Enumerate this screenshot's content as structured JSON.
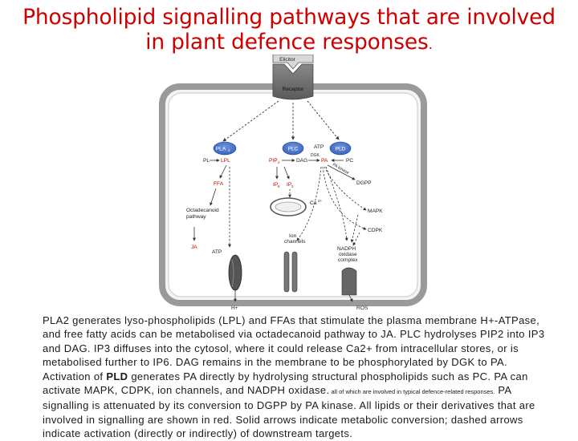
{
  "title": {
    "line1": "Phospholipid signalling pathways that are involved",
    "line2": "in plant defence responses",
    "trailing": "."
  },
  "diagram": {
    "elicitor": "Elicitor",
    "receptor": "Receptor",
    "enzymes": {
      "pla2": "PLA",
      "pla2_sub": "2",
      "plc": "PLC",
      "pld": "PLD"
    },
    "top_row": {
      "pl": "PL",
      "lpl": "LPL",
      "pip2": "PIP",
      "pip2_sub": "2",
      "dag": "DAG",
      "atp": "ATP",
      "pa": "PA",
      "pc": "PC"
    },
    "dgk": "DGK",
    "pa_kinase": "PA kinase",
    "second_row": {
      "ffa": "FFA",
      "ip6": "IP",
      "ip6_sub": "6",
      "ip3": "IP",
      "ip3_sub": "3",
      "dgpp": "DGPP"
    },
    "ca": "Ca",
    "ca_sup": "2+",
    "mapk": "MAPK",
    "octadecanoid": [
      "Octadecanoid",
      "pathway"
    ],
    "ja": "JA",
    "ion_channels": [
      "Ion",
      "channels"
    ],
    "cdpk": "CDPK",
    "nadph": [
      "NADPH",
      "oxidase",
      "complex"
    ],
    "atp_bottom": "ATP",
    "h_plus": "H+",
    "ros": "ROS"
  },
  "caption": {
    "p1": "PLA2 generates lyso-phospholipids (LPL) and FFAs that stimulate the plasma membrane H+-ATPase, and free fatty acids can be metabolised via octadecanoid pathway to JA. PLC hydrolyses PIP2 into IP3 and DAG. IP3 diffuses into the cytosol, where it could release Ca2+ from intracellular stores, or is metabolised further to IP6. DAG remains in the membrane to be phosphorylated by DGK to PA. Activation of ",
    "pld_bold": "PLD",
    "p2": " generates PA directly by hydrolysing structural phospholipids such as PC. PA can activate MAPK, CDPK, ion channels, and NADPH oxidase.",
    "small_note": " all of which are involved in typical defence-related responses.",
    "p3": " PA signalling is attenuated by its conversion to DGPP by PA kinase. All lipids or their derivatives that are involved in signalling are shown in red. Solid arrows indicate metabolic conversion; dashed arrows indicate activation (directly or indirectly) of downstream targets."
  },
  "colors": {
    "title": "#cc0000",
    "lipid_red": "#cc0000",
    "enzyme_blue": "#3366cc",
    "cell_wall": "#9a9a9a",
    "receptor_grey": "#777777"
  }
}
